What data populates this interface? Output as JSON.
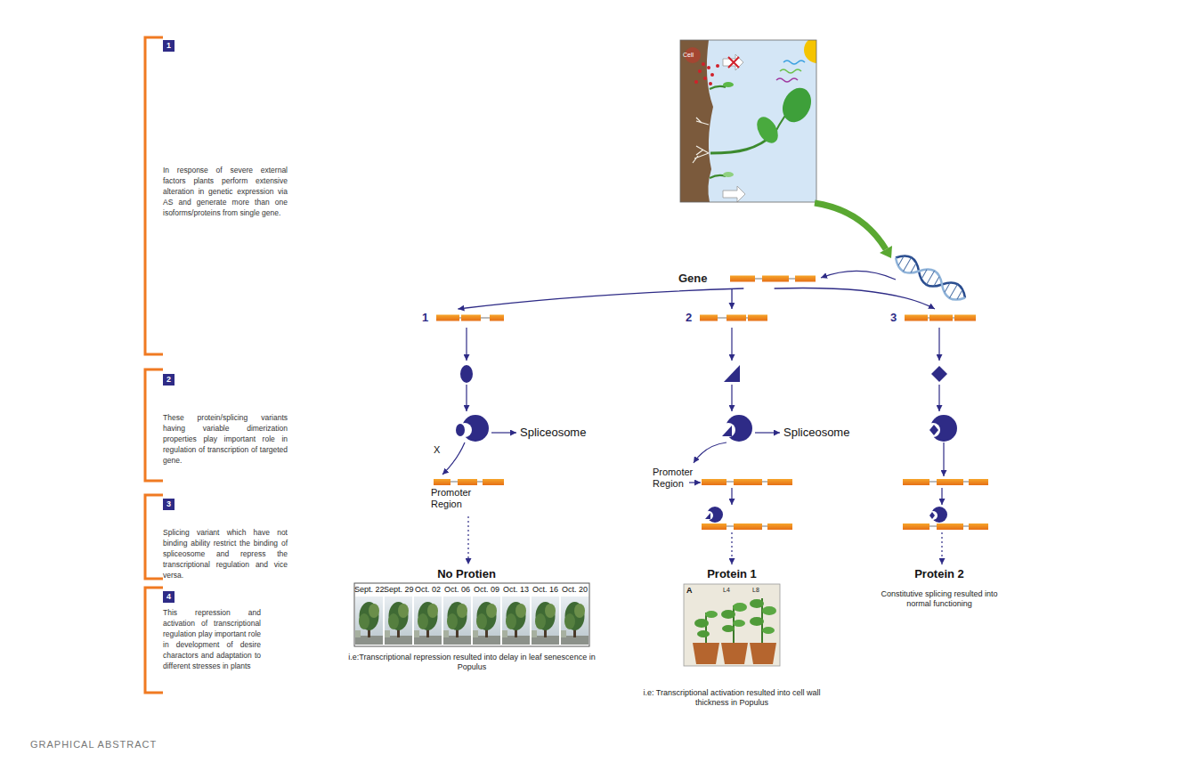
{
  "diagram": {
    "caption": "GRAPHICAL ABSTRACT",
    "nodes": [
      {
        "text": [
          "Gene"
        ]
      },
      {
        "text": [
          "1"
        ]
      },
      {
        "text": [
          "2"
        ]
      },
      {
        "text": [
          "3"
        ]
      }
    ],
    "edges": [
      {
        "from": 0,
        "to": 1,
        "arrow": "to"
      },
      {
        "from": 0,
        "to": 2,
        "arrow": "to"
      },
      {
        "from": 0,
        "to": 3,
        "arrow": "to"
      }
    ],
    "labels": [
      "1",
      "In response of severe external factors plants perform extensive alteration in genetic expression via AS and generate more than one isoforms/proteins from single gene.",
      "2",
      "These protein/splicing variants having variable dimerization properties play important role in regulation of transcription of targeted gene.",
      "3",
      "Splicing variant which have not binding ability restrict the binding of spliceosome and repress the transcriptional regulation and vice versa.",
      "4",
      "This repression and activation of transcriptional regulation play important role in development of desire charactors and adaptation to different stresses in plants",
      "Cell",
      "Spliceosome",
      "X",
      "Promoter Region",
      "No Protien",
      "Sept. 22",
      "Sept. 29",
      "Oct. 02",
      "Oct. 06",
      "Oct. 09",
      "Oct. 13",
      "Oct. 16",
      "Oct. 20",
      "i.e:Transcriptional repression resulted into delay in leaf senescence in Populus",
      "Spliceosome",
      "Promoter Region",
      "Protein 1",
      "A",
      "L4",
      "L8",
      "i.e: Transcriptional activation resulted into cell wall thickness in Populus",
      "Protein 2",
      "Constitutive splicing resulted into normal functioning"
    ]
  }
}
